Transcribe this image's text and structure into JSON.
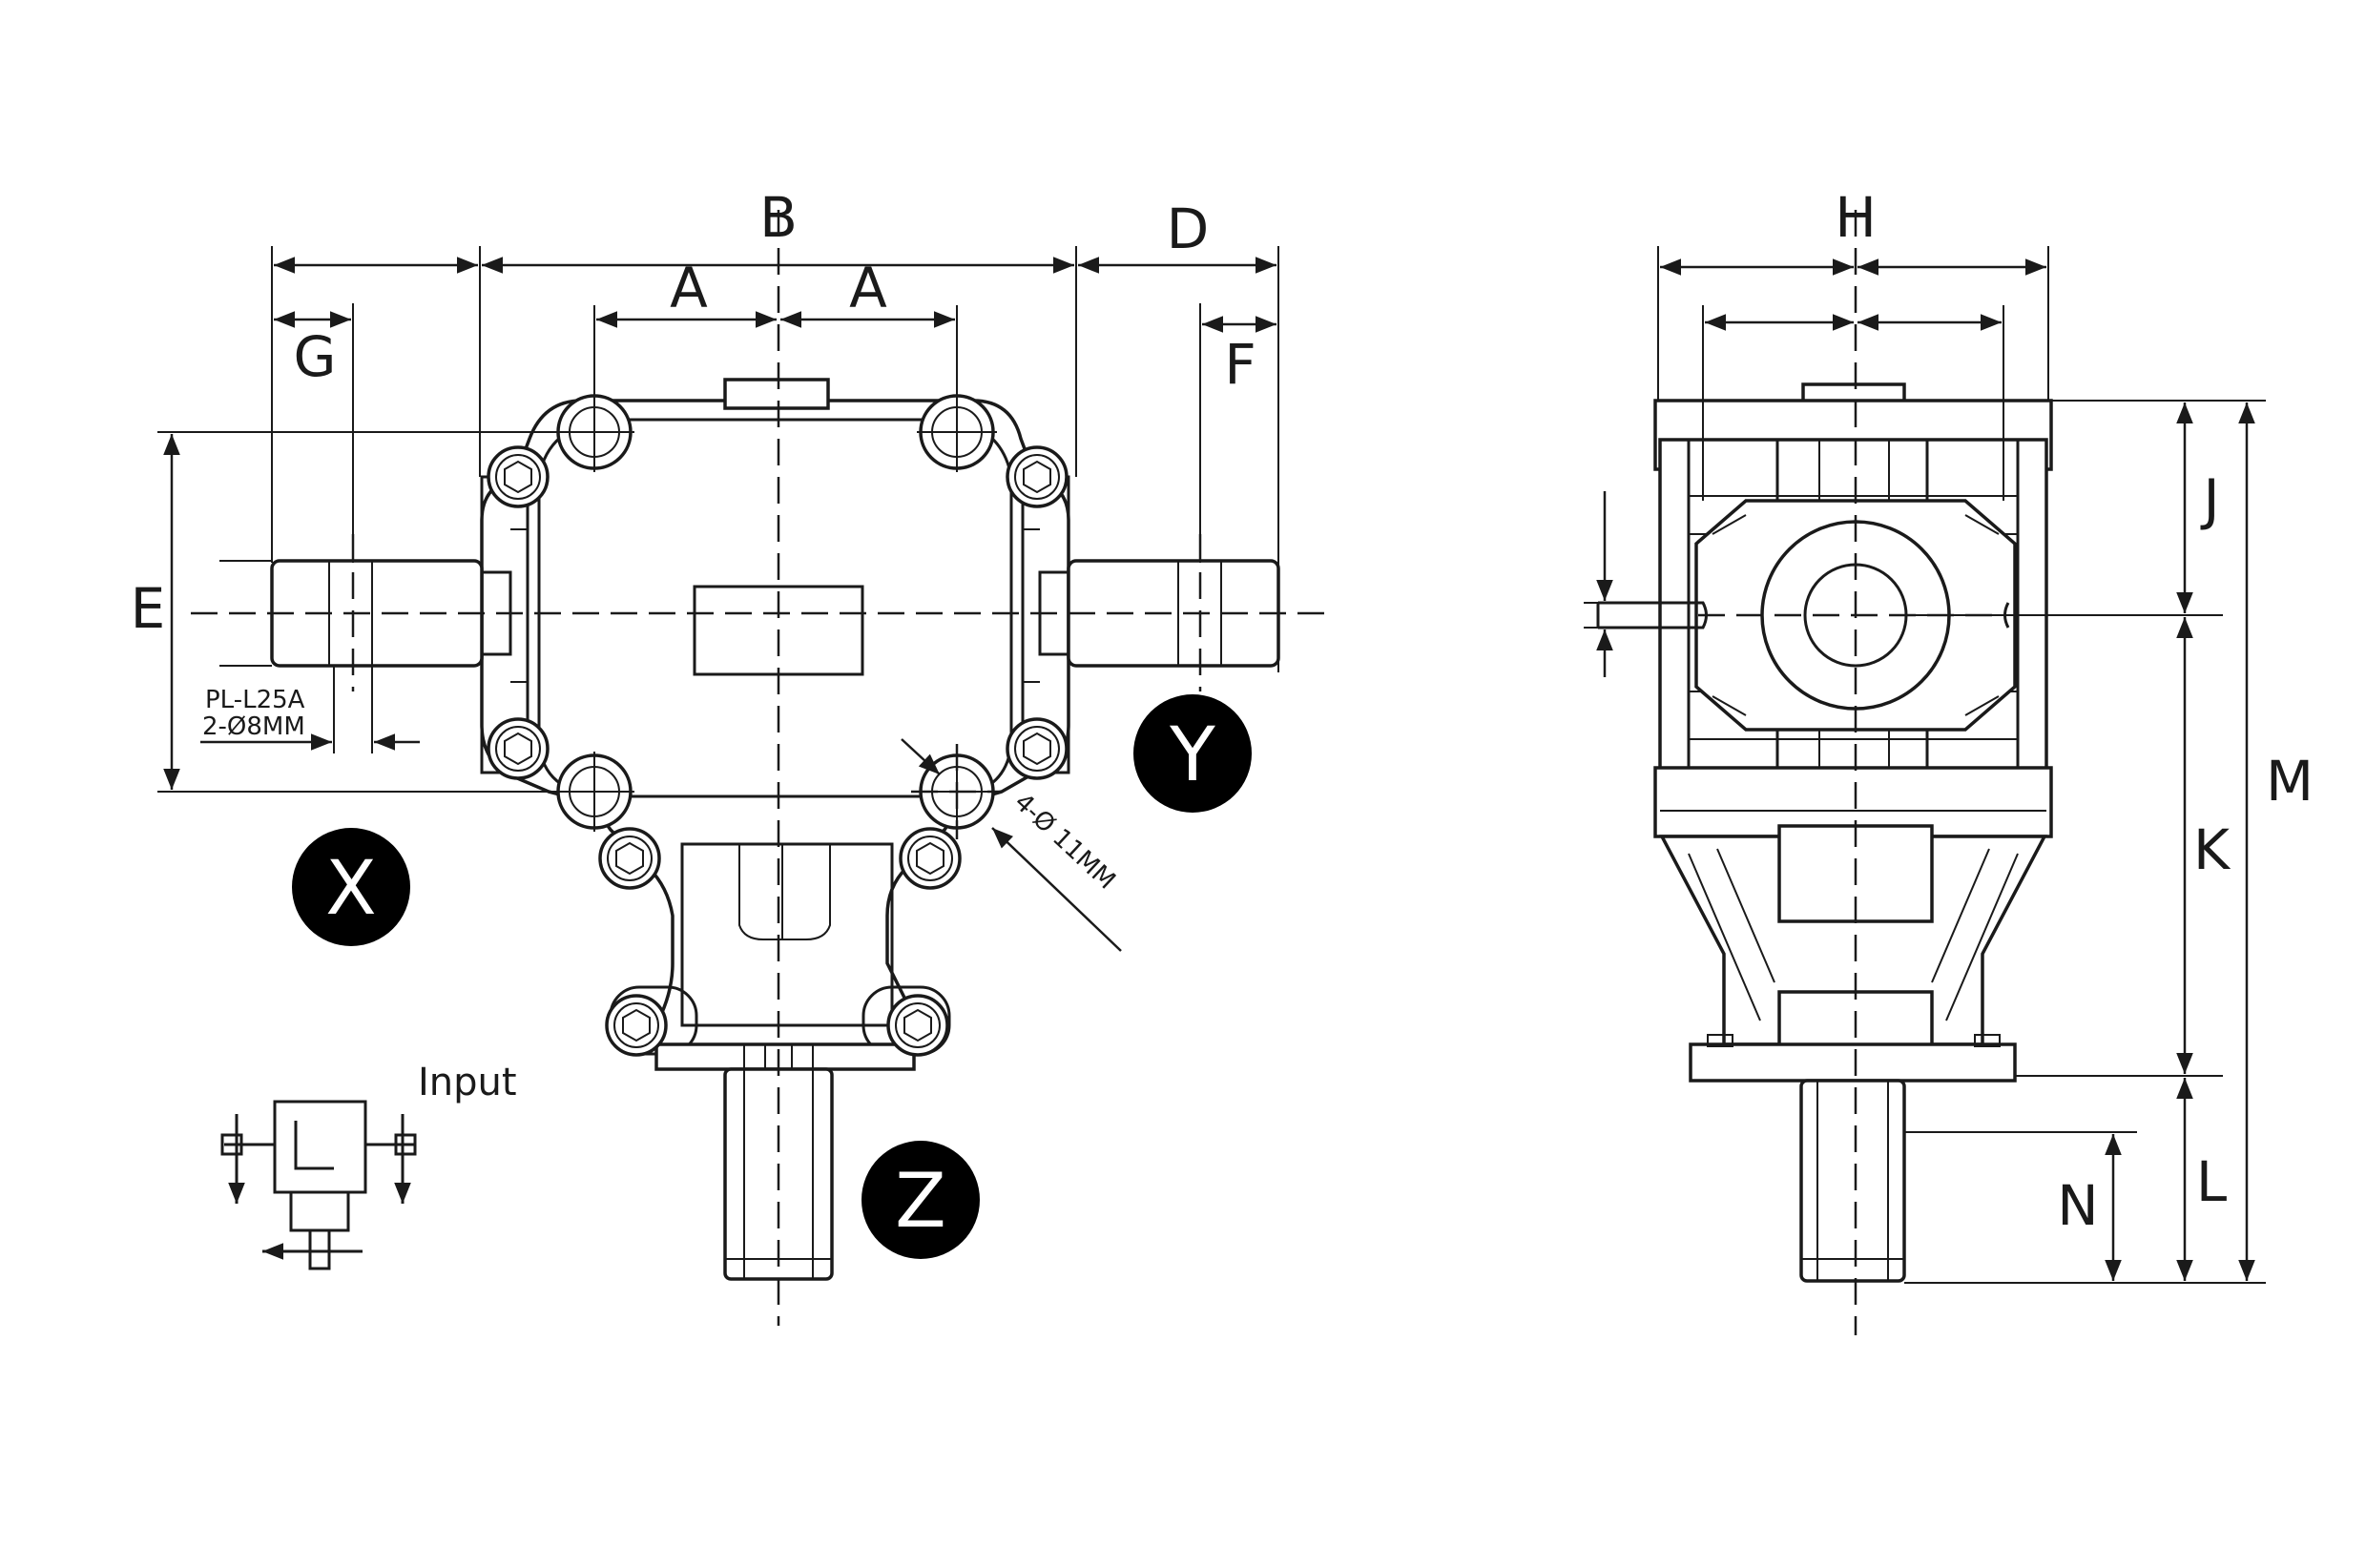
{
  "dimension_labels": {
    "a_left": "A",
    "a_right": "A",
    "b": "B",
    "d": "D",
    "e": "E",
    "f": "F",
    "g": "G",
    "h": "H",
    "j": "J",
    "k": "K",
    "l": "L",
    "m": "M",
    "n": "N"
  },
  "annotations": {
    "model": "PL-L25A",
    "key_holes": "2-Ø8MM",
    "bolt_holes": "4-Ø 11MM",
    "input": "Input"
  },
  "shaft_badges": {
    "x": "X",
    "y": "Y",
    "z": "Z"
  },
  "colors": {
    "line": "#1a1a1a",
    "badge_fill": "#000000",
    "badge_text": "#ffffff",
    "background": "#ffffff"
  }
}
